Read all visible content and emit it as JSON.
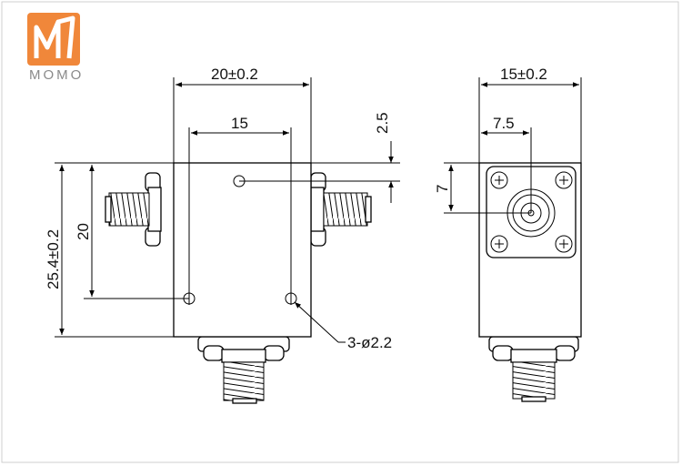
{
  "logo": {
    "brand": "MOMO",
    "accent_color": "#f0873a"
  },
  "front_view": {
    "width_dim": "20±0.2",
    "hole_spacing_dim": "15",
    "hole_offset_dim": "2.5",
    "inner_height_dim": "20",
    "overall_height_dim": "25.4±0.2",
    "holes_callout": "3-ø2.2"
  },
  "side_view": {
    "width_dim": "15±0.2",
    "connector_offset_dim": "7.5",
    "connector_height_dim": "7"
  },
  "colors": {
    "line": "#000000",
    "background": "#ffffff"
  }
}
